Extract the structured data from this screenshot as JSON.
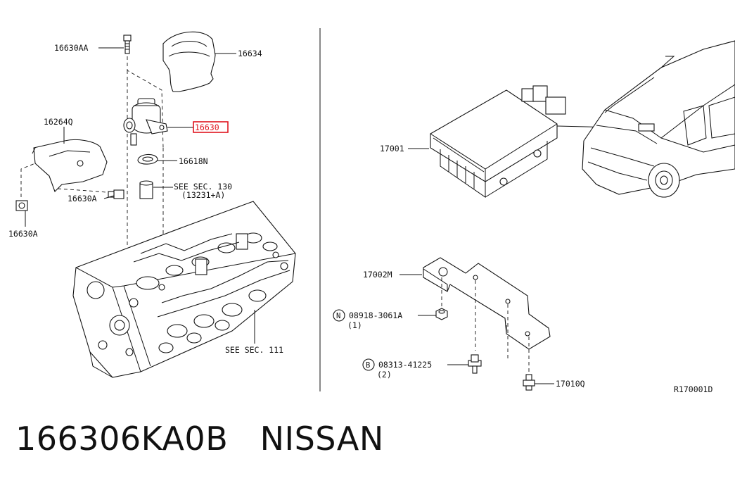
{
  "labels": {
    "p16630AA": "16630AA",
    "p16634": "16634",
    "p16264Q": "16264Q",
    "p16630": "16630",
    "p16618N": "16618N",
    "see130_a": "SEE SEC. 130",
    "see130_b": "(13231+A)",
    "p16630A_1": "16630A",
    "p16630A_2": "16630A",
    "see111": "SEE SEC. 111",
    "p17001": "17001",
    "p17002M": "17002M",
    "nut_letter": "N",
    "nut_part": "08918-3061A",
    "nut_qty": "(1)",
    "bolt_letter": "B",
    "bolt_part": "08313-41225",
    "bolt_qty": "(2)",
    "p17010Q": "17010Q",
    "ref": "R170001D"
  },
  "caption": {
    "part_number": "166306KA0B",
    "brand": "NISSAN"
  },
  "colors": {
    "highlight": "#e0141e",
    "ink": "#111111"
  }
}
